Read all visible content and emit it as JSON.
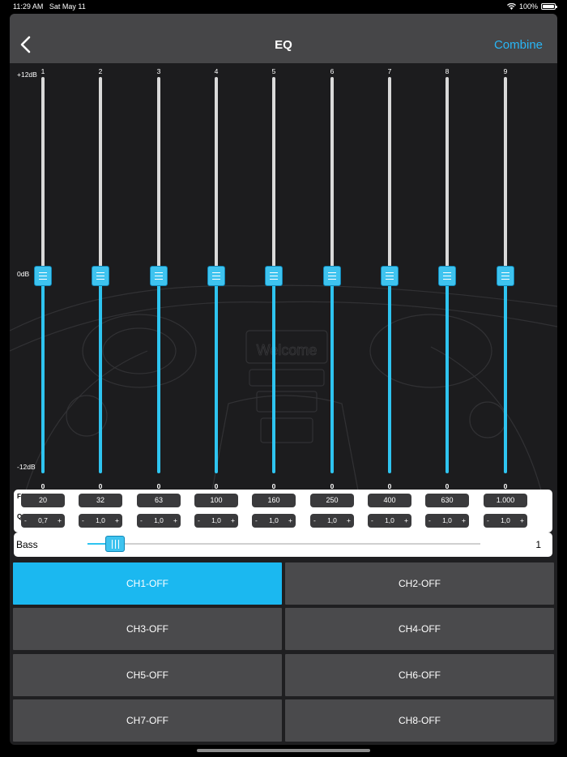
{
  "status_bar": {
    "time": "11:29 AM",
    "date": "Sat May 11",
    "battery": "100%"
  },
  "nav": {
    "title": "EQ",
    "combine_label": "Combine"
  },
  "eq": {
    "db_top": "+12dB",
    "db_mid": "0dB",
    "db_bottom": "-12dB",
    "gain_range_db": [
      -12,
      12
    ],
    "bands": [
      {
        "num": "1",
        "gain": "0",
        "f0": "20",
        "q": "0,7"
      },
      {
        "num": "2",
        "gain": "0",
        "f0": "32",
        "q": "1,0"
      },
      {
        "num": "3",
        "gain": "0",
        "f0": "63",
        "q": "1,0"
      },
      {
        "num": "4",
        "gain": "0",
        "f0": "100",
        "q": "1,0"
      },
      {
        "num": "5",
        "gain": "0",
        "f0": "160",
        "q": "1,0"
      },
      {
        "num": "6",
        "gain": "0",
        "f0": "250",
        "q": "1,0"
      },
      {
        "num": "7",
        "gain": "0",
        "f0": "400",
        "q": "1,0"
      },
      {
        "num": "8",
        "gain": "0",
        "f0": "630",
        "q": "1,0"
      },
      {
        "num": "9",
        "gain": "0",
        "f0": "1.000",
        "q": "1,0"
      }
    ],
    "f0_label": "F0",
    "q_label": "Q",
    "minus": "-",
    "plus": "+"
  },
  "bass": {
    "label": "Bass",
    "value": "1",
    "level_fraction": 0.07
  },
  "channels": [
    {
      "label": "CH1-OFF",
      "active": true
    },
    {
      "label": "CH2-OFF",
      "active": false
    },
    {
      "label": "CH3-OFF",
      "active": false
    },
    {
      "label": "CH4-OFF",
      "active": false
    },
    {
      "label": "CH5-OFF",
      "active": false
    },
    {
      "label": "CH6-OFF",
      "active": false
    },
    {
      "label": "CH7-OFF",
      "active": false
    },
    {
      "label": "CH8-OFF",
      "active": false
    }
  ],
  "background_art_text": "Welcome",
  "colors": {
    "accent": "#1bb8f0",
    "nav_bg": "#464648",
    "button_bg": "#4a4a4c"
  }
}
